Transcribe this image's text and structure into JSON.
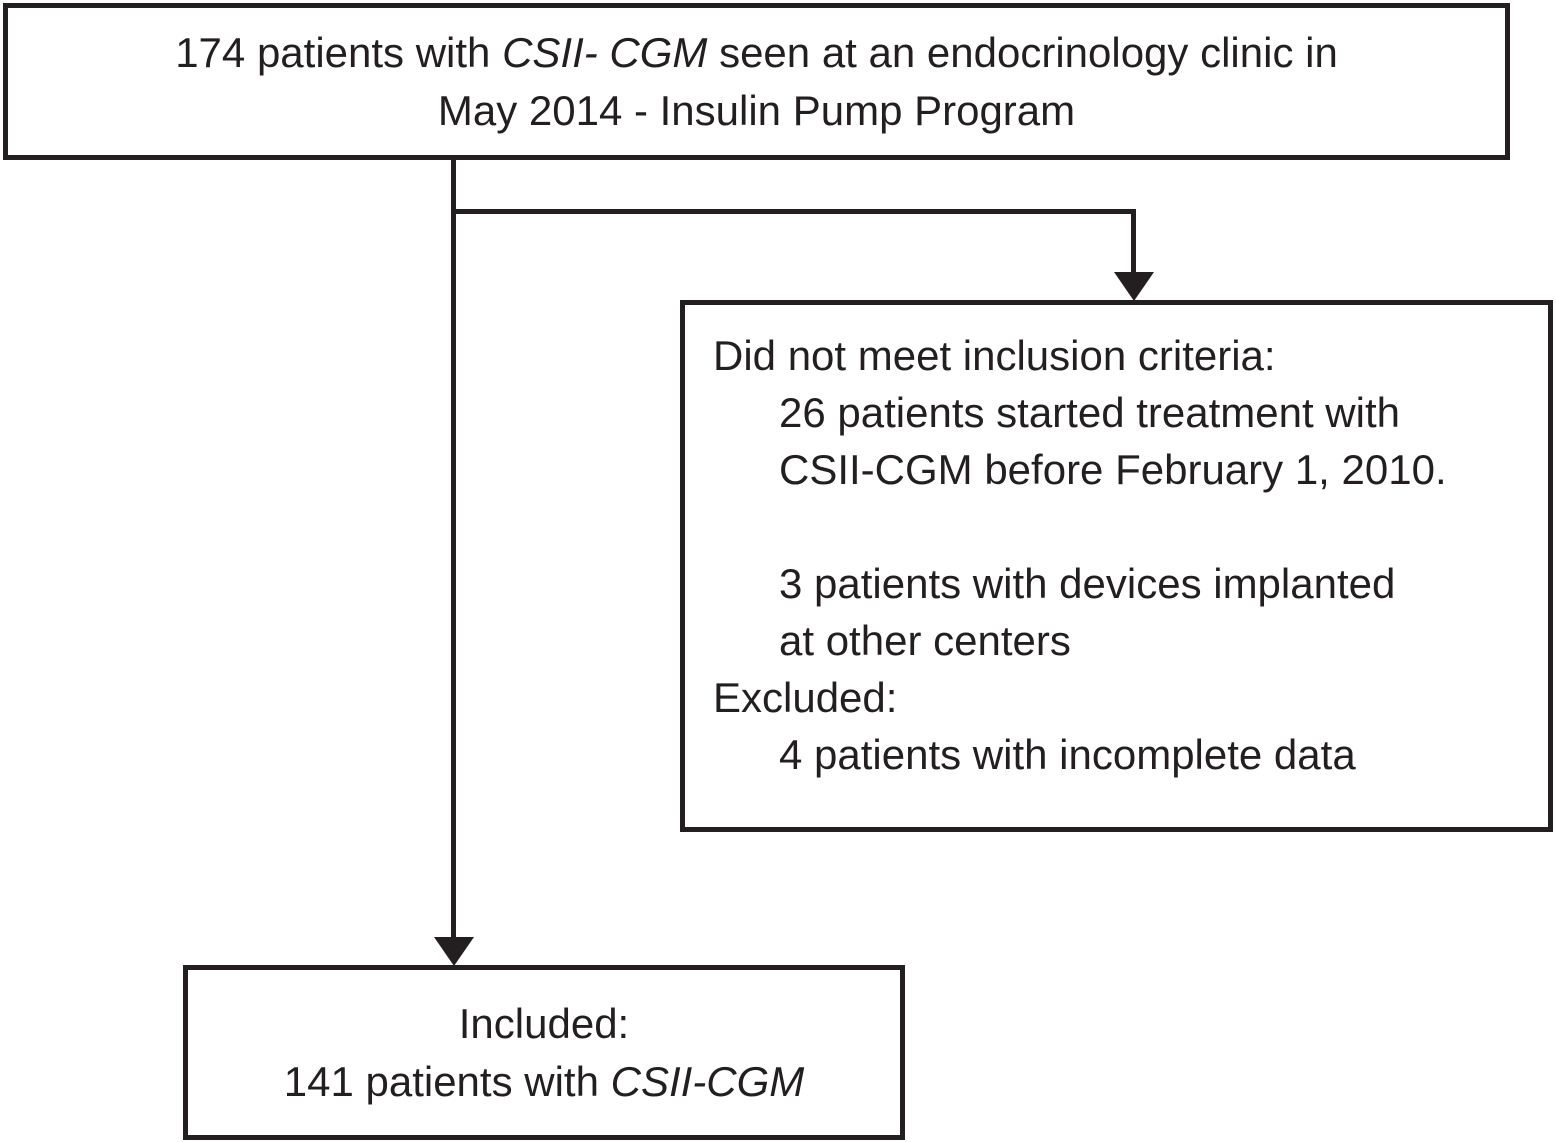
{
  "colors": {
    "ink": "#231f20",
    "background": "#ffffff"
  },
  "enrollment_box": {
    "line1_prefix": "174 patients with ",
    "line1_italic": "CSII- CGM",
    "line1_suffix": " seen at an endocrinology clinic in",
    "line2": "May 2014 - Insulin Pump Program"
  },
  "exclusion_box": {
    "lines": [
      {
        "text": "Did not meet inclusion criteria:"
      },
      {
        "text": "26 patients started treatment with"
      },
      {
        "text": "CSII-CGM before February 1, 2010."
      },
      {
        "text": ""
      },
      {
        "text": "3 patients with devices implanted"
      },
      {
        "text": "at other centers"
      },
      {
        "text": "Excluded:"
      },
      {
        "text": "4 patients with incomplete data"
      }
    ]
  },
  "included_box": {
    "line1": "Included:",
    "line2_prefix": "141 patients with ",
    "line2_italic": "CSII-CGM"
  }
}
